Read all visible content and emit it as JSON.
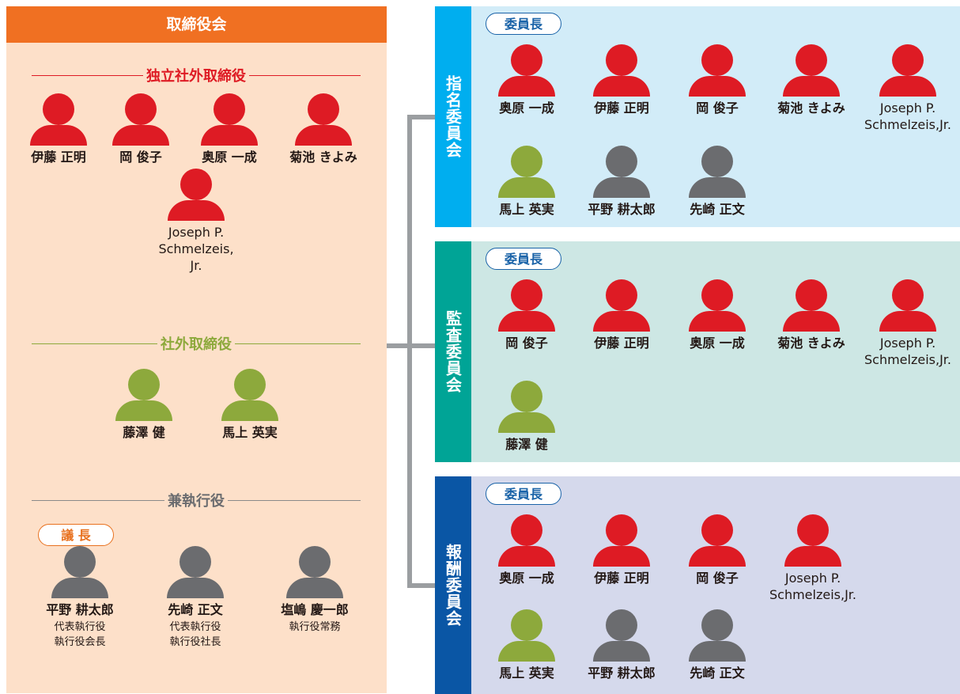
{
  "board": {
    "title": "取締役会",
    "independent": {
      "label": "独立社外取締役",
      "members": [
        "伊藤 正明",
        "岡 俊子",
        "奥原 一成",
        "菊池 きよみ"
      ],
      "extra_member": [
        "Joseph P.",
        "Schmelzeis,",
        "Jr."
      ]
    },
    "outside": {
      "label": "社外取締役",
      "members": [
        "藤澤 健",
        "馬上 英実"
      ]
    },
    "executive": {
      "label": "兼執行役",
      "chair_badge": "議 長",
      "members": [
        {
          "name": "平野 耕太郎",
          "roles": [
            "代表執行役",
            "執行役会長"
          ]
        },
        {
          "name": "先崎 正文",
          "roles": [
            "代表執行役",
            "執行役社長"
          ]
        },
        {
          "name": "塩嶋 慶一郎",
          "roles": [
            "執行役常務"
          ]
        }
      ]
    }
  },
  "committees": {
    "chair_badge": "委員長",
    "nomination": {
      "title": "指名委員会",
      "row1": [
        "奥原 一成",
        "伊藤 正明",
        "岡 俊子",
        "菊池 きよみ"
      ],
      "row1_last": [
        "Joseph P.",
        "Schmelzeis,Jr."
      ],
      "row2": [
        "馬上 英実",
        "平野 耕太郎",
        "先崎 正文"
      ]
    },
    "audit": {
      "title": "監査委員会",
      "row1": [
        "岡 俊子",
        "伊藤 正明",
        "奥原 一成",
        "菊池 きよみ"
      ],
      "row1_last": [
        "Joseph P.",
        "Schmelzeis,Jr."
      ],
      "row2": [
        "藤澤 健"
      ]
    },
    "compensation": {
      "title": "報酬委員会",
      "row1": [
        "奥原 一成",
        "伊藤 正明",
        "岡 俊子"
      ],
      "row1_last": [
        "Joseph P.",
        "Schmelzeis,Jr."
      ],
      "row2": [
        "馬上 英実",
        "平野 耕太郎",
        "先崎 正文"
      ]
    }
  },
  "colors": {
    "board_bg": "#fde0c9",
    "board_title_bg": "#f07022",
    "independent": "#de1b24",
    "outside": "#8da93c",
    "executive": "#6b6c6f",
    "nomination_tab": "#00aeef",
    "nomination_panel": "#d2ecf8",
    "audit_tab": "#00a496",
    "audit_panel": "#cde7e4",
    "compensation_tab": "#0a56a5",
    "compensation_panel": "#d5d9ec"
  },
  "icons": {
    "independent_director": "person-icon-red",
    "outside_director": "person-icon-green",
    "executive_director": "person-icon-gray"
  }
}
